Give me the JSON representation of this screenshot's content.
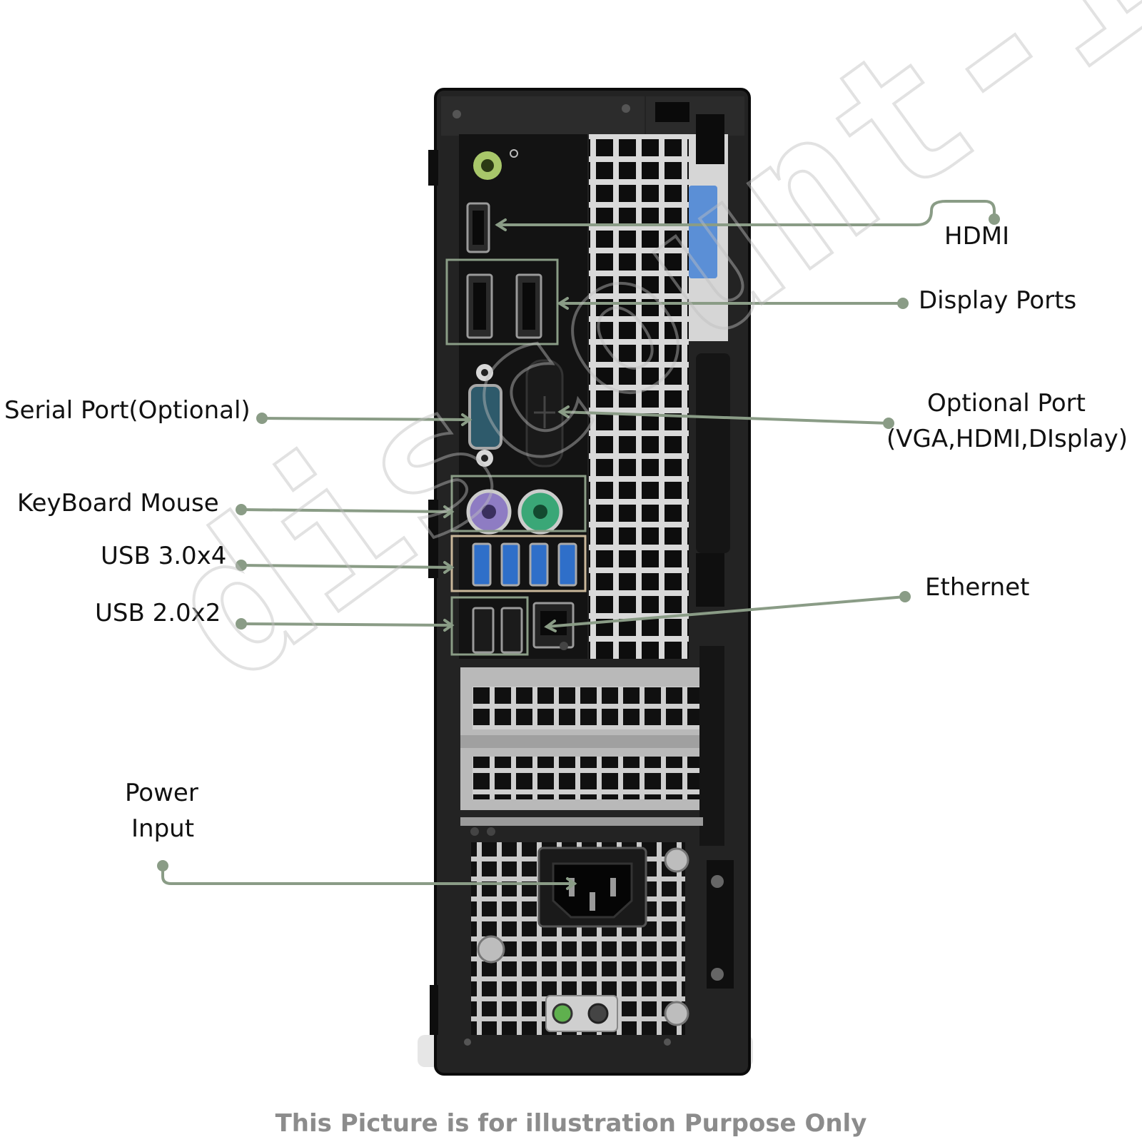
{
  "labels": {
    "hdmi": "HDMI",
    "display_ports": "Display Ports",
    "optional_port_line1": "Optional Port",
    "optional_port_line2": "(VGA,HDMI,DIsplay)",
    "serial_port": "Serial Port(Optional)",
    "keyboard_mouse": "KeyBoard Mouse",
    "usb3": "USB 3.0x4",
    "usb2": "USB 2.0x2",
    "ethernet": "Ethernet",
    "power_input_line1": "Power",
    "power_input_line2": "Input"
  },
  "watermark": "discount-it",
  "caption": "This Picture is for illustration Purpose Only",
  "colors": {
    "callout_line": "#8a9c86",
    "chassis": "#1e1e1e",
    "io_panel": "#121212",
    "grille": "#b5b5b5",
    "latch_blue": "#5b8fd6",
    "audio_green": "#a8c76a",
    "ps2_purple": "#8e7cc3",
    "ps2_green": "#3aa777",
    "usb3_blue": "#2f6fc9"
  }
}
